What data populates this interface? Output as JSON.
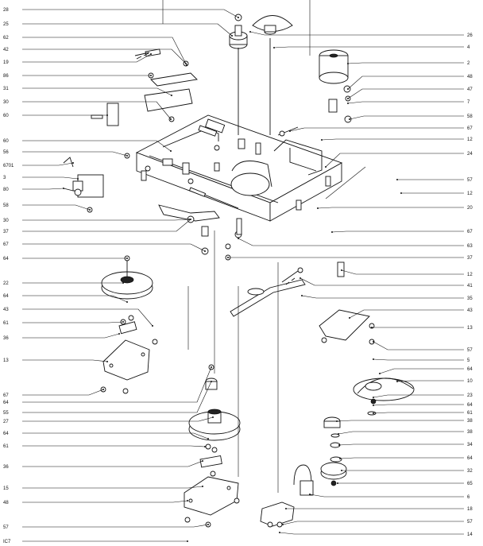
{
  "left_labels": [
    "28",
    "25",
    "62",
    "42",
    "19",
    "86",
    "31",
    "30",
    "60",
    "60",
    "56",
    "6701",
    "3",
    "80",
    "58",
    "30",
    "37",
    "67",
    "64",
    "22",
    "64",
    "43",
    "61",
    "36",
    "13",
    "67",
    "64",
    "55",
    "27",
    "64",
    "61",
    "36",
    "15",
    "48",
    "57",
    "IC7"
  ],
  "right_labels": [
    "26",
    "4",
    "2",
    "48",
    "47",
    "7",
    "58",
    "67",
    "12",
    "24",
    "57",
    "12",
    "20",
    "67",
    "63",
    "37",
    "12",
    "41",
    "35",
    "43",
    "13",
    "57",
    "5",
    "64",
    "10",
    "23",
    "64",
    "61",
    "38",
    "38",
    "34",
    "64",
    "32",
    "65",
    "6",
    "18",
    "57",
    "14"
  ]
}
